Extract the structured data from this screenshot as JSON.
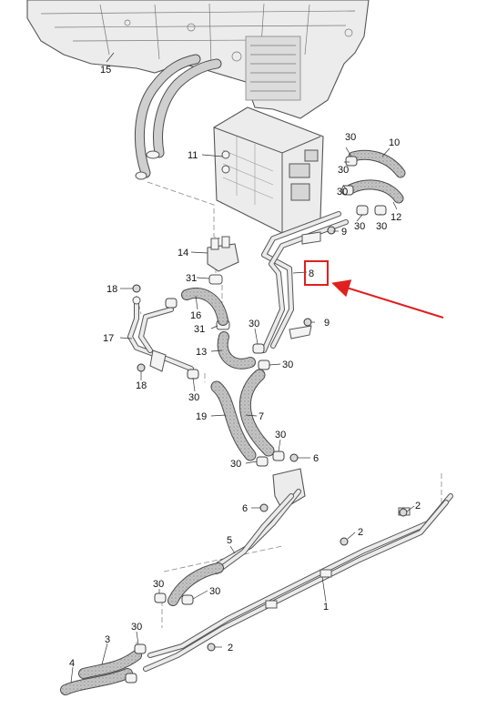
{
  "colors": {
    "highlight": "#e0201e",
    "hose": "#bdbdbd",
    "metal": "#e6e6e6",
    "line": "#555555"
  },
  "labels": {
    "p1": "1",
    "p2": "2",
    "p3": "3",
    "p4": "4",
    "p5": "5",
    "p6": "6",
    "p7": "7",
    "p8": "8",
    "p9": "9",
    "p10": "10",
    "p11": "11",
    "p12": "12",
    "p13": "13",
    "p14": "14",
    "p15": "15",
    "p16": "16",
    "p17": "17",
    "p18": "18",
    "p19": "19",
    "p30": "30",
    "p31": "31"
  },
  "highlighted_part": "8"
}
